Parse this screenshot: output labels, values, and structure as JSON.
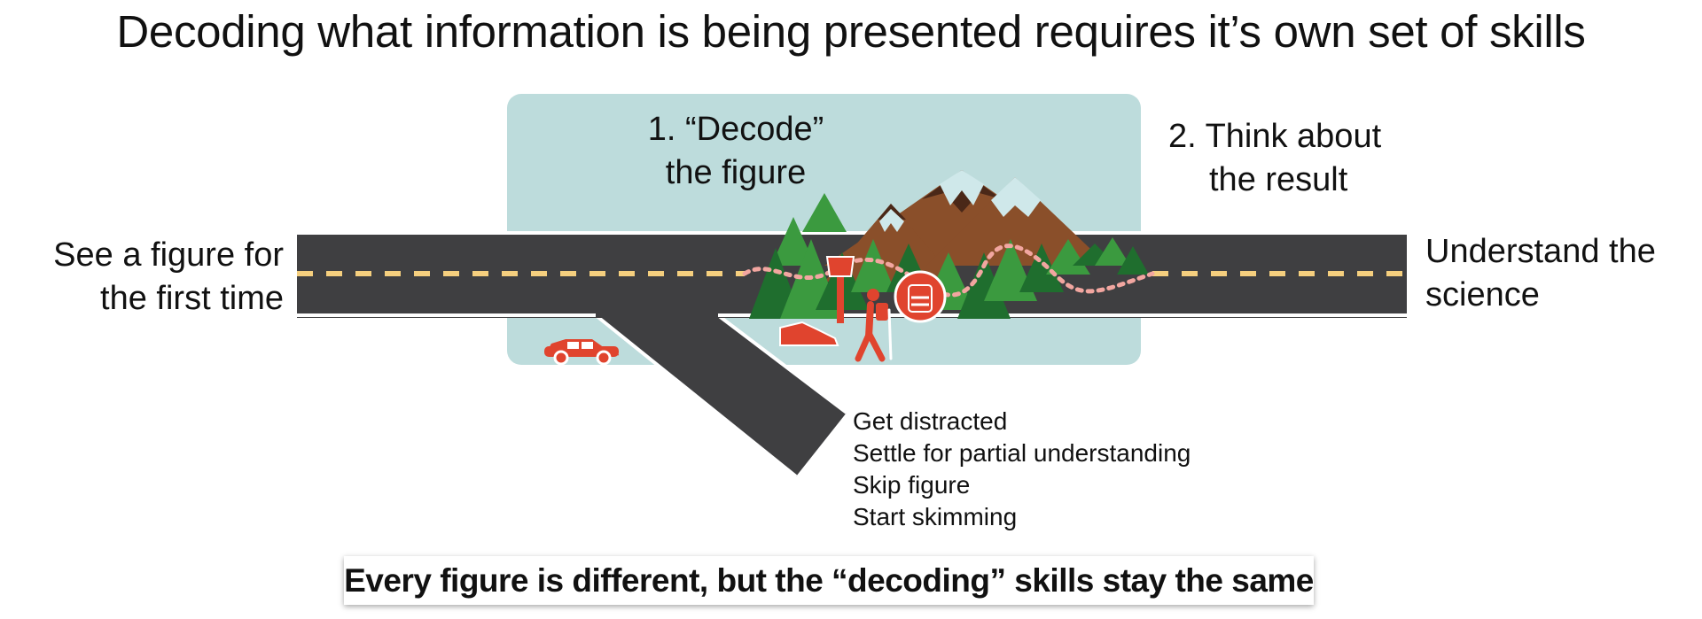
{
  "title": "Decoding what information is being presented requires it’s own set of skills",
  "labels": {
    "start_line1": "See a figure for",
    "start_line2": "the first time",
    "end_line1": "Understand the",
    "end_line2": "science",
    "step1_line1": "1. “Decode”",
    "step1_line2": "the figure",
    "step2_line1": "2. Think about",
    "step2_line2": "the result"
  },
  "distractions": [
    "Get distracted",
    "Settle for partial understanding",
    "Skip figure",
    "Start skimming"
  ],
  "banner": "Every figure is different, but the “decoding” skills stay the same",
  "colors": {
    "road": "#3f3f41",
    "road_edge": "#ffffff",
    "lane_dash": "#f5cf7e",
    "decode_panel": "#bddcdc",
    "trail": "#f2a6a0",
    "tree_light": "#3b9a3f",
    "tree_dark": "#1f6e2e",
    "mountain": "#8a4f2a",
    "mountain_dark": "#4a2818",
    "snow": "#cfe8ea",
    "icon_red": "#e0442e"
  },
  "icons": [
    "car-icon",
    "axe-icon",
    "hiking-shoe-icon",
    "hiker-icon",
    "backpack-icon",
    "mountain-icon",
    "tree-icon"
  ]
}
